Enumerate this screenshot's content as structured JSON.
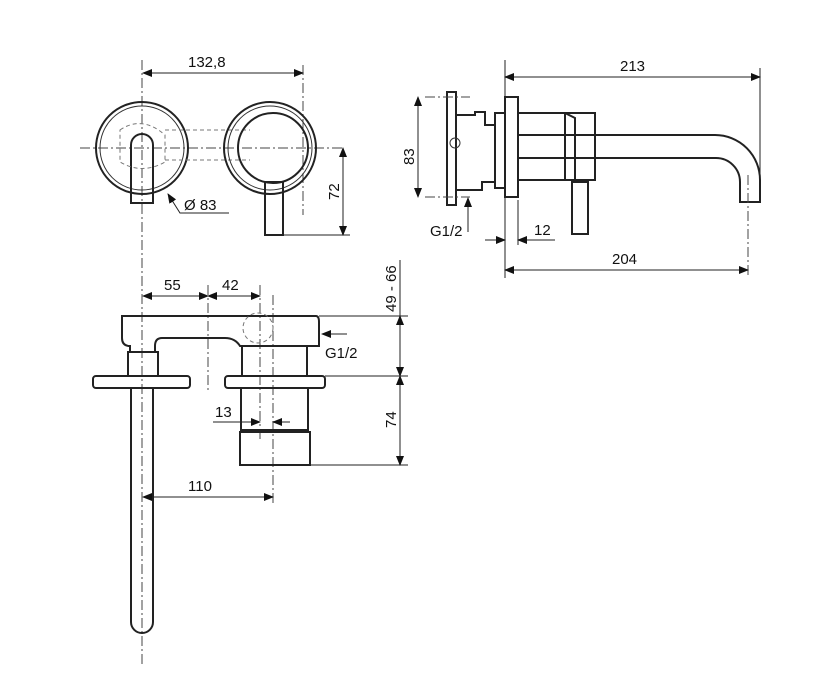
{
  "drawing": {
    "front_view": {
      "dim_centers": "132,8",
      "dim_rosette_diameter": "Ø 83",
      "dim_lever_height": "72"
    },
    "side_view": {
      "dim_total_length": "213",
      "dim_spout_projection": "204",
      "dim_plate_height": "83",
      "dim_plate_offset": "12",
      "inlet_label": "G1/2"
    },
    "top_view": {
      "dim_left_offset": "55",
      "dim_right_offset": "42",
      "dim_wall_depth": "49 - 66",
      "dim_body_depth": "74",
      "dim_cartridge": "13",
      "dim_spout_to_lever": "110",
      "inlet_label": "G1/2"
    }
  }
}
